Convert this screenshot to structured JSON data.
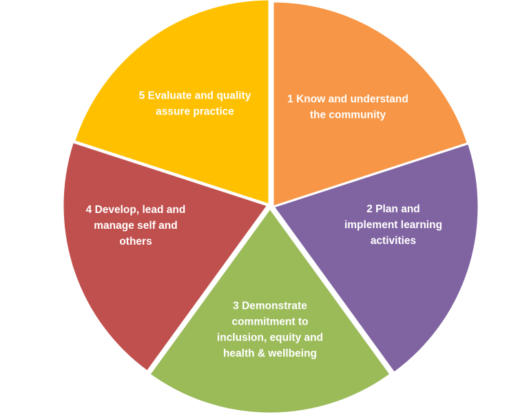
{
  "diagram": {
    "type": "segmented-wheel",
    "segments": [
      {
        "id": "1",
        "lines": [
          "1 Know and understand",
          "the community"
        ],
        "color": "#f79646"
      },
      {
        "id": "2",
        "lines": [
          "2 Plan and",
          "implement learning",
          "activities"
        ],
        "color": "#8064a2"
      },
      {
        "id": "3",
        "lines": [
          "3 Demonstrate",
          "commitment to",
          "inclusion, equity and",
          "health & wellbeing"
        ],
        "color": "#9bbb59"
      },
      {
        "id": "4",
        "lines": [
          "4 Develop, lead and",
          "manage self and",
          "others"
        ],
        "color": "#c0504d"
      },
      {
        "id": "5",
        "lines": [
          "5 Evaluate and quality",
          "assure practice"
        ],
        "color": "#ffc000"
      }
    ]
  }
}
